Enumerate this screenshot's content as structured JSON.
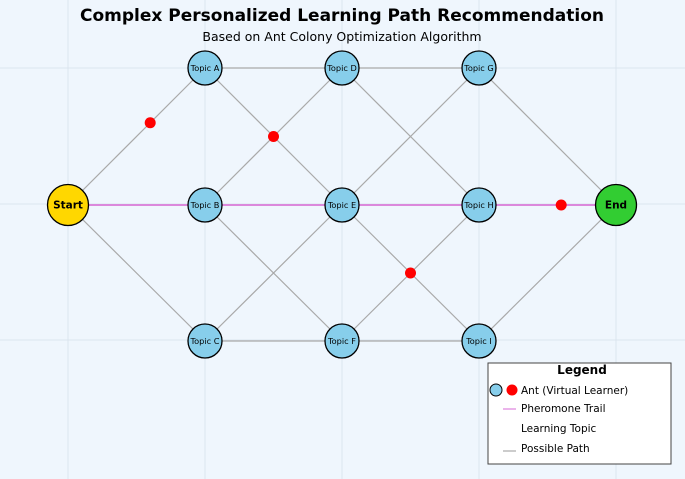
{
  "title": "Complex Personalized Learning Path Recommendation",
  "subtitle": "Based on Ant Colony Optimization Algorithm",
  "colors": {
    "background": "#eff6fd",
    "grid": "#dbe5ef",
    "edge": "#a9a9a9",
    "pheromone": "#de82de",
    "topic_fill": "#87ceeb",
    "start_fill": "#ffd700",
    "end_fill": "#32cd32",
    "ant": "#ff0000",
    "node_stroke": "#000000"
  },
  "nodes": [
    {
      "id": "start",
      "label": "Start",
      "role": "start"
    },
    {
      "id": "A",
      "label": "Topic A",
      "role": "topic"
    },
    {
      "id": "B",
      "label": "Topic B",
      "role": "topic"
    },
    {
      "id": "C",
      "label": "Topic C",
      "role": "topic"
    },
    {
      "id": "D",
      "label": "Topic D",
      "role": "topic"
    },
    {
      "id": "E",
      "label": "Topic E",
      "role": "topic"
    },
    {
      "id": "F",
      "label": "Topic F",
      "role": "topic"
    },
    {
      "id": "G",
      "label": "Topic G",
      "role": "topic"
    },
    {
      "id": "H",
      "label": "Topic H",
      "role": "topic"
    },
    {
      "id": "I",
      "label": "Topic I",
      "role": "topic"
    },
    {
      "id": "end",
      "label": "End",
      "role": "end"
    }
  ],
  "edges": [
    [
      "start",
      "A"
    ],
    [
      "start",
      "B"
    ],
    [
      "start",
      "C"
    ],
    [
      "A",
      "D"
    ],
    [
      "A",
      "E"
    ],
    [
      "B",
      "D"
    ],
    [
      "B",
      "E"
    ],
    [
      "B",
      "F"
    ],
    [
      "C",
      "E"
    ],
    [
      "C",
      "F"
    ],
    [
      "D",
      "G"
    ],
    [
      "D",
      "H"
    ],
    [
      "E",
      "G"
    ],
    [
      "E",
      "H"
    ],
    [
      "E",
      "I"
    ],
    [
      "F",
      "H"
    ],
    [
      "F",
      "I"
    ],
    [
      "G",
      "end"
    ],
    [
      "H",
      "end"
    ],
    [
      "I",
      "end"
    ]
  ],
  "pheromone_path": [
    "start",
    "B",
    "E",
    "H",
    "end"
  ],
  "ants": [
    {
      "from": "start",
      "to": "A",
      "t": 0.6
    },
    {
      "from": "A",
      "to": "E",
      "t": 0.5
    },
    {
      "from": "E",
      "to": "I",
      "t": 0.5
    },
    {
      "from": "H",
      "to": "end",
      "t": 0.6
    }
  ],
  "legend": {
    "title": "Legend",
    "items": [
      {
        "kind": "ant",
        "label": "Ant (Virtual Learner)"
      },
      {
        "kind": "pheromone",
        "label": "Pheromone Trail"
      },
      {
        "kind": "topic",
        "label": "Learning Topic"
      },
      {
        "kind": "path",
        "label": "Possible Path"
      }
    ]
  }
}
